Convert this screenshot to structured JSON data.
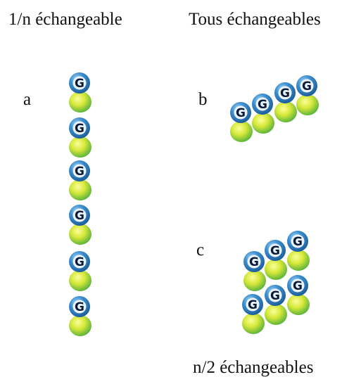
{
  "headings": {
    "left": "1/n échangeable",
    "right": "Tous échangeables",
    "bottom": "n/2 échangeables"
  },
  "panels": {
    "a": {
      "label": "a",
      "units": 6,
      "arrangement": "vertical column"
    },
    "b": {
      "label": "b",
      "units": 4,
      "arrangement": "diagonal row"
    },
    "c": {
      "label": "c",
      "units": 6,
      "arrangement": "two stacked diagonal rows"
    }
  },
  "unit": {
    "head_text": "G",
    "head_color": "#2f7fc2",
    "body_color": "#c9dd2a"
  }
}
